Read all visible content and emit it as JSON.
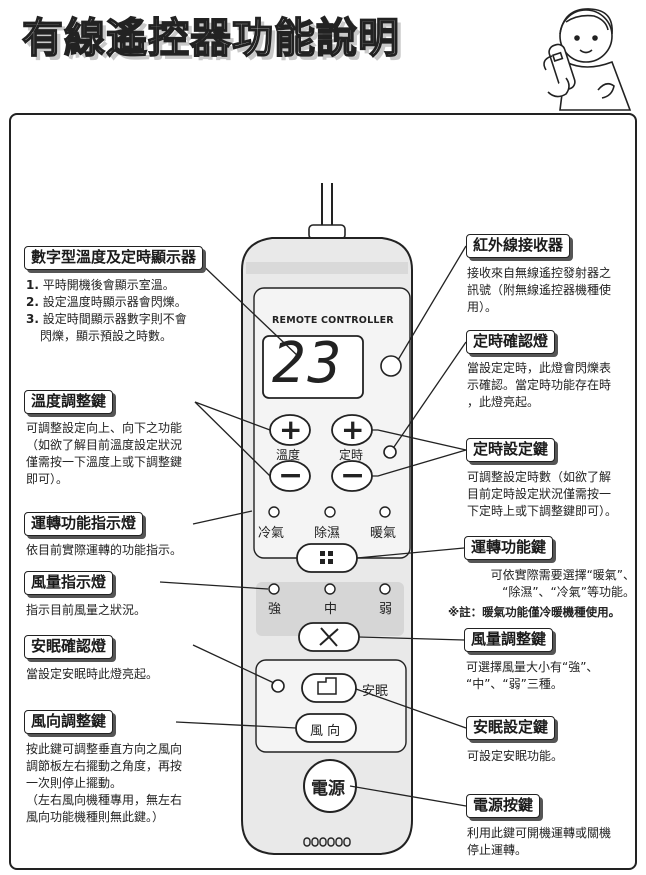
{
  "page_title": "有線遙控器功能說明",
  "remote": {
    "brand_text": "REMOTE CONTROLLER",
    "display_value": "23",
    "temp_plus": "+",
    "temp_minus": "−",
    "temp_label": "溫度",
    "timer_plus": "+",
    "timer_minus": "−",
    "timer_label": "定時",
    "modes": [
      "冷氣",
      "除濕",
      "暖氣"
    ],
    "fan_levels": [
      "強",
      "中",
      "弱"
    ],
    "sleep_label": "安眠",
    "swing_label": "風 向",
    "power_label": "電源"
  },
  "callouts": {
    "display": {
      "title": "數字型溫度及定時顯示器",
      "items": [
        {
          "num": "1.",
          "text": "平時開機後會顯示室溫。"
        },
        {
          "num": "2.",
          "text": "設定溫度時顯示器會閃爍。"
        },
        {
          "num": "3.",
          "text": "設定時間顯示器數字則不會"
        },
        {
          "num": "",
          "text": "閃爍，顯示預設之時數。"
        }
      ]
    },
    "temp_key": {
      "title": "溫度調整鍵",
      "lines": [
        "可調整設定向上、向下之功能",
        "（如欲了解目前溫度設定狀況",
        "僅需按一下溫度上或下調整鍵",
        "即可）。"
      ]
    },
    "mode_lamp": {
      "title": "運轉功能指示燈",
      "lines": [
        "依目前實際運轉的功能指示。"
      ]
    },
    "fan_lamp": {
      "title": "風量指示燈",
      "lines": [
        "指示目前風量之狀況。"
      ]
    },
    "sleep_lamp": {
      "title": "安眠確認燈",
      "lines": [
        "當設定安眠時此燈亮起。"
      ]
    },
    "swing_key": {
      "title": "風向調整鍵",
      "lines": [
        "按此鍵可調整垂直方向之風向",
        "調節板左右擺動之角度，再按",
        "一次則停止擺動。",
        "（左右風向機種專用，無左右",
        "風向功能機種則無此鍵。）"
      ]
    },
    "ir": {
      "title": "紅外線接收器",
      "lines": [
        "接收來自無線遙控發射器之",
        "訊號（附無線遙控器機種使",
        "用）。"
      ]
    },
    "timer_lamp": {
      "title": "定時確認燈",
      "lines": [
        "當設定定時，此燈會閃爍表",
        "示確認。當定時功能存在時",
        "，此燈亮起。"
      ]
    },
    "timer_key": {
      "title": "定時設定鍵",
      "lines": [
        "可調整設定時數（如欲了解",
        "目前定時設定狀況僅需按一",
        "下定時上或下調整鍵即可）。"
      ]
    },
    "mode_key": {
      "title": "運轉功能鍵",
      "lines": [
        "可依實際需要選擇“暖氣”、",
        "“除濕”、“冷氣”等功能。"
      ],
      "note": "※註：暖氣功能僅冷暖機種使用。"
    },
    "fan_key": {
      "title": "風量調整鍵",
      "lines": [
        "可選擇風量大小有“強”、",
        "“中”、“弱”三種。"
      ]
    },
    "sleep_key": {
      "title": "安眠設定鍵",
      "lines": [
        "可設定安眠功能。"
      ]
    },
    "power_key": {
      "title": "電源按鍵",
      "lines": [
        "利用此鍵可開機運轉或關機",
        "停止運轉。"
      ]
    }
  }
}
